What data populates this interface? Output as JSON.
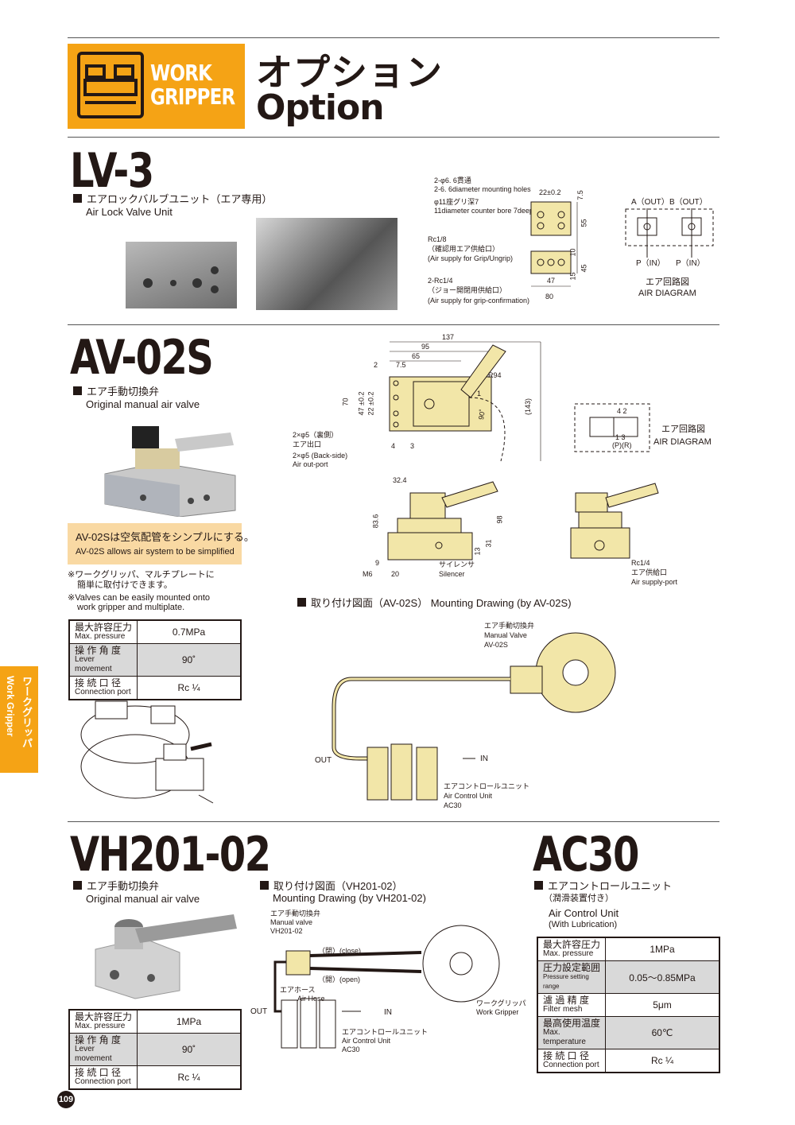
{
  "header": {
    "brand_line1": "WORK",
    "brand_line2": "GRIPPER",
    "title_jp": "オプション",
    "title_en": "Option"
  },
  "lv3": {
    "model": "LV-3",
    "desc_jp": "エアロックバルブユニット（エア専用）",
    "desc_en": "Air Lock Valve Unit",
    "drawing": {
      "holes_jp": "2-φ6. 6貫通",
      "holes_en": "2-6. 6diameter mounting holes",
      "bore_jp": "φ11座グリ深7",
      "bore_en": "11diameter counter bore 7deep",
      "rc18": "Rc1/8",
      "rc18_jp": "（確認用エア供給口）",
      "rc18_en": "(Air supply for Grip/Ungrip)",
      "rc14": "2-Rc1/4",
      "rc14_jp": "（ジョー開閉用供給口）",
      "rc14_en": "(Air supply for grip-confirmation)",
      "d_22": "22±0.2",
      "d_75": "7.5",
      "d_55": "55",
      "d_10": "10",
      "d_45": "45",
      "d_15": "15",
      "d_47": "47",
      "d_80": "80"
    },
    "air_diagram": {
      "a_out": "A（OUT）",
      "b_out": "B（OUT）",
      "p_in1": "P（IN）",
      "p_in2": "P（IN）",
      "label_jp": "エア回路図",
      "label_en": "AIR DIAGRAM"
    }
  },
  "av02s": {
    "model": "AV-02S",
    "desc_jp": "エア手動切換弁",
    "desc_en": "Original manual air valve",
    "note_jp": "AV-02Sは空気配管をシンプルにする。",
    "note_en": "AV-02S allows air system to be simplified",
    "remark1_jp": "※ワークグリッパ、マルチプレートに",
    "remark1_jp2": "簡単に取付けできます。",
    "remark1_en": "※Valves can be easily mounted onto",
    "remark1_en2": "work gripper and multiplate.",
    "specs": [
      {
        "k_jp": "最大許容圧力",
        "k_en": "Max. pressure",
        "v": "0.7MPa"
      },
      {
        "k_jp": "操 作 角 度",
        "k_en": "Lever movement",
        "v": "90˚"
      },
      {
        "k_jp": "接 続 口 径",
        "k_en": "Connection port",
        "v": "Rc ¼"
      }
    ],
    "drawing": {
      "d137": "137",
      "d95": "95",
      "d65": "65",
      "d75": "7.5",
      "d2": "2",
      "r94": "R94",
      "d1": "1",
      "d70": "70",
      "d47": "47 ±0.2",
      "d22": "22 ±0.2",
      "d90": "90˚",
      "d143": "(143)",
      "d4": "4",
      "d3": "3",
      "out_jp": "2×φ5（裏側）",
      "out_jp2": "エア出口",
      "out_en": "2×φ5 (Back-side)",
      "out_en2": "Air out-port",
      "d324": "32.4",
      "d836": "83.6",
      "d98": "98",
      "d31": "31",
      "d13": "13",
      "d9": "9",
      "m6": "M6",
      "d20": "20",
      "silencer_jp": "サイレンサ",
      "silencer_en": "Silencer",
      "rc14": "Rc1/4",
      "supply_jp": "エア供給口",
      "supply_en": "Air supply-port"
    },
    "air_diagram": {
      "ports_top": "4 2",
      "ports_bot": "1  3",
      "ports_pr": "(P)(R)",
      "label_jp": "エア回路図",
      "label_en": "AIR DIAGRAM"
    },
    "mounting": {
      "title": "取り付け図面（AV-02S） Mounting Drawing (by AV-02S)",
      "valve_jp": "エア手動切換弁",
      "valve_en": "Manual Valve",
      "valve_model": "AV-02S",
      "out": "OUT",
      "in": "IN",
      "unit_jp": "エアコントロールユニット",
      "unit_en": "Air Control Unit",
      "unit_model": "AC30"
    }
  },
  "vh201": {
    "model": "VH201-02",
    "desc_jp": "エア手動切換弁",
    "desc_en": "Original manual air valve",
    "specs": [
      {
        "k_jp": "最大許容圧力",
        "k_en": "Max. pressure",
        "v": "1MPa"
      },
      {
        "k_jp": "操 作 角 度",
        "k_en": "Lever movement",
        "v": "90˚"
      },
      {
        "k_jp": "接 続 口 径",
        "k_en": "Connection port",
        "v": "Rc ¼"
      }
    ],
    "mounting": {
      "title_jp": "取り付け図面（VH201-02）",
      "title_en": "Mounting Drawing (by VH201-02)",
      "valve_jp": "エア手動切換弁",
      "valve_en": "Manual valve",
      "valve_model": "VH201-02",
      "close": "（閉）(close)",
      "open": "（開）(open)",
      "hose_jp": "エアホース",
      "hose_en": "Air Hose",
      "out": "OUT",
      "in": "IN",
      "gripper_jp": "ワークグリッパ",
      "gripper_en": "Work Gripper",
      "unit_jp": "エアコントロールユニット",
      "unit_en": "Air Control Unit",
      "unit_model": "AC30"
    }
  },
  "ac30": {
    "model": "AC30",
    "desc_jp": "エアコントロールユニット",
    "desc_jp2": "（潤滑装置付き）",
    "desc_en": "Air Control Unit",
    "desc_en2": "(With Lubrication)",
    "specs": [
      {
        "k_jp": "最大許容圧力",
        "k_en": "Max. pressure",
        "v": "1MPa"
      },
      {
        "k_jp": "圧力設定範囲",
        "k_en": "Pressure setting range",
        "v": "0.05～0.85MPa"
      },
      {
        "k_jp": "濾 過 精 度",
        "k_en": "Filter mesh",
        "v": "5μm"
      },
      {
        "k_jp": "最高使用温度",
        "k_en": "Max. temperature",
        "v": "60℃"
      },
      {
        "k_jp": "接 続 口 径",
        "k_en": "Connection port",
        "v": "Rc ¼"
      }
    ]
  },
  "side_tab": {
    "jp": "ワークグリッパ",
    "en": "Work Gripper"
  },
  "page_number": "109",
  "colors": {
    "accent": "#f5a315",
    "note_bg": "#f9d9a3",
    "part_fill": "#f2e6a8"
  }
}
